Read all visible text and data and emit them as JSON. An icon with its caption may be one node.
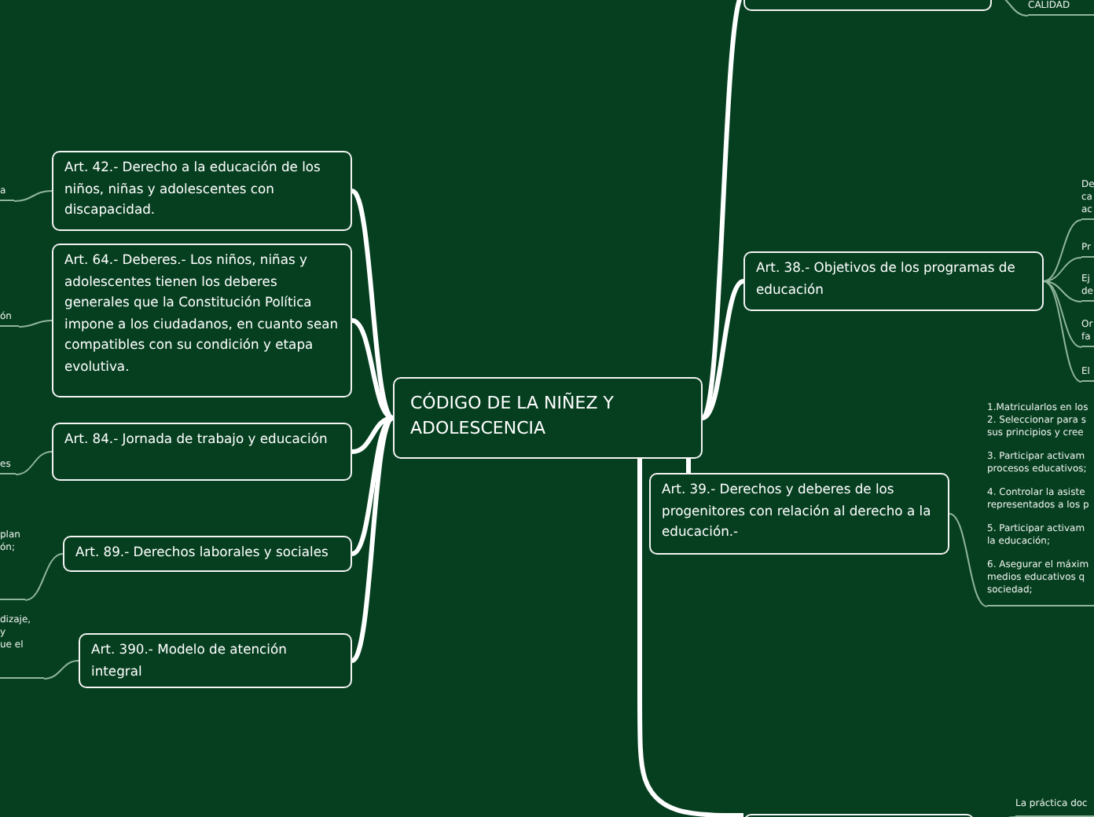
{
  "diagram": {
    "nodes": [
      {
        "text": [
          "CÓDIGO DE LA NIÑEZ Y ADOLESCENCIA"
        ]
      },
      {
        "text": [
          "Art. 42.- Derecho a la educación de los niños, niñas y adolescentes con discapacidad."
        ]
      },
      {
        "text": [
          "Art. 64.- Deberes.- Los niños, niñas y adolescentes tienen los deberes generales que la Constitución Política impone a los ciudadanos, en cuanto sean compatibles con su condición y etapa evolutiva."
        ]
      },
      {
        "text": [
          "Art. 84.- Jornada de trabajo y educación"
        ]
      },
      {
        "text": [
          "Art. 89.- Derechos laborales y sociales"
        ]
      },
      {
        "text": [
          "Art. 390.- Modelo de atención integral"
        ]
      },
      {
        "text": [],
        "shape": "box"
      },
      {
        "text": [
          "Art. 38.- Objetivos de los programas de educación"
        ]
      },
      {
        "text": [
          "Art. 39.- Derechos y deberes de los progenitores con relación al derecho a la educación.-"
        ]
      },
      {
        "text": [],
        "shape": "box"
      },
      {
        "text": [
          "a"
        ]
      },
      {
        "text": [
          "ón"
        ]
      },
      {
        "text": [
          "es"
        ]
      },
      {
        "text": [
          "plan ón;"
        ]
      },
      {
        "text": [
          "dizaje,",
          "y",
          "ue el"
        ]
      },
      {
        "text": [
          "CALIDAD"
        ]
      },
      {
        "text": [
          "De ca ac"
        ]
      },
      {
        "text": [
          "Pr"
        ]
      },
      {
        "text": [
          "Ej de"
        ]
      },
      {
        "text": [
          "Or fa"
        ]
      },
      {
        "text": [
          "El"
        ]
      },
      {
        "text": [
          "1.Matricularlos en los",
          "2. Seleccionar para s",
          "sus principios y cree",
          "3. Participar activam",
          "procesos educativos;",
          "4. Controlar la asiste",
          "representados a los p",
          "5. Participar activam",
          "la educación;",
          "6. Asegurar el máxim",
          "medios educativos q",
          "sociedad;"
        ]
      },
      {
        "text": [
          "La práctica doc"
        ]
      }
    ],
    "edges": [
      {
        "from": 0,
        "to": 1,
        "arrow": "none",
        "style": "thick",
        "color": "#ffffff"
      },
      {
        "from": 0,
        "to": 2,
        "arrow": "none",
        "style": "thick",
        "color": "#ffffff"
      },
      {
        "from": 0,
        "to": 3,
        "arrow": "none",
        "style": "thick",
        "color": "#ffffff"
      },
      {
        "from": 0,
        "to": 4,
        "arrow": "none",
        "style": "thick",
        "color": "#ffffff"
      },
      {
        "from": 0,
        "to": 5,
        "arrow": "none",
        "style": "thick",
        "color": "#ffffff"
      },
      {
        "from": 0,
        "to": 6,
        "arrow": "none",
        "style": "thick",
        "color": "#ffffff"
      },
      {
        "from": 0,
        "to": 7,
        "arrow": "none",
        "style": "thick",
        "color": "#ffffff"
      },
      {
        "from": 0,
        "to": 8,
        "arrow": "none",
        "style": "thick",
        "color": "#ffffff"
      },
      {
        "from": 0,
        "to": 9,
        "arrow": "none",
        "style": "thick",
        "color": "#ffffff"
      },
      {
        "from": 1,
        "to": 10,
        "arrow": "none"
      },
      {
        "from": 2,
        "to": 11,
        "arrow": "none"
      },
      {
        "from": 3,
        "to": 12,
        "arrow": "none"
      },
      {
        "from": 4,
        "to": 13,
        "arrow": "none"
      },
      {
        "from": 5,
        "to": 14,
        "arrow": "none"
      },
      {
        "from": 6,
        "to": 15,
        "arrow": "none"
      },
      {
        "from": 7,
        "to": 16,
        "arrow": "none"
      },
      {
        "from": 7,
        "to": 17,
        "arrow": "none"
      },
      {
        "from": 7,
        "to": 18,
        "arrow": "none"
      },
      {
        "from": 7,
        "to": 19,
        "arrow": "none"
      },
      {
        "from": 7,
        "to": 20,
        "arrow": "none"
      },
      {
        "from": 8,
        "to": 21,
        "arrow": "none"
      },
      {
        "from": 9,
        "to": 22,
        "arrow": "none"
      }
    ]
  }
}
